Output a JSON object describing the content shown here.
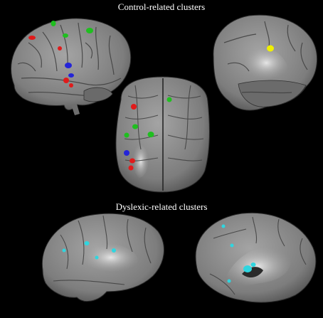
{
  "captions": {
    "control": "Control-related clusters",
    "dyslexic": "Dyslexic-related clusters"
  },
  "colors": {
    "background": "#000000",
    "brain_surface": "#8a8a8a",
    "sulcus": "#3e3e3e",
    "inflated_white": "#d2d2d2",
    "cluster_red": "#e01b1b",
    "cluster_green": "#1fbf1f",
    "cluster_blue": "#2424d8",
    "cluster_yellow": "#f0f000",
    "cluster_cyan": "#2fd6e0"
  },
  "views": [
    {
      "name": "brain-lateral-left-control",
      "cluster_colors": [
        "green",
        "red",
        "blue"
      ]
    },
    {
      "name": "brain-medial-right-control",
      "cluster_colors": [
        "yellow"
      ]
    },
    {
      "name": "brain-dorsal-control",
      "cluster_colors": [
        "green",
        "red",
        "blue"
      ]
    },
    {
      "name": "brain-lateral-left-dyslexic",
      "cluster_colors": [
        "cyan"
      ]
    },
    {
      "name": "brain-medial-right-dyslexic",
      "cluster_colors": [
        "cyan"
      ]
    }
  ]
}
